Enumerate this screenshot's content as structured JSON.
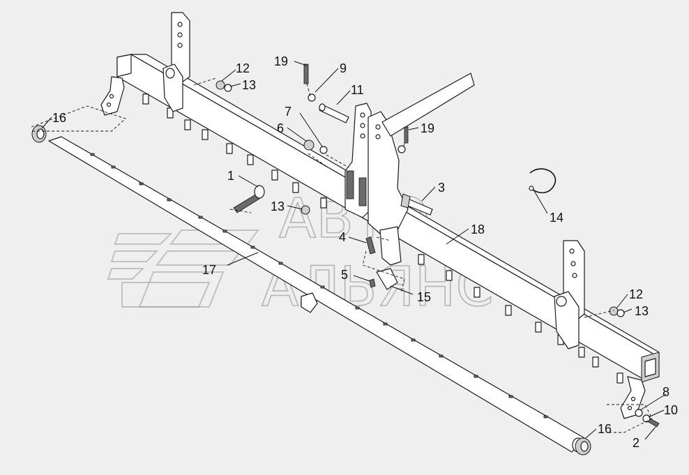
{
  "watermark": {
    "line1": "АВТО",
    "line2": "АЛЬЯНС"
  },
  "callouts": [
    {
      "id": "c16a",
      "text": "16"
    },
    {
      "id": "c12a",
      "text": "12"
    },
    {
      "id": "c13a",
      "text": "13"
    },
    {
      "id": "c19a",
      "text": "19"
    },
    {
      "id": "c9",
      "text": "9"
    },
    {
      "id": "c11",
      "text": "11"
    },
    {
      "id": "c7",
      "text": "7"
    },
    {
      "id": "c6",
      "text": "6"
    },
    {
      "id": "c19b",
      "text": "19"
    },
    {
      "id": "c1",
      "text": "1"
    },
    {
      "id": "c3",
      "text": "3"
    },
    {
      "id": "c13b",
      "text": "13"
    },
    {
      "id": "c14",
      "text": "14"
    },
    {
      "id": "c4",
      "text": "4"
    },
    {
      "id": "c18",
      "text": "18"
    },
    {
      "id": "c17",
      "text": "17"
    },
    {
      "id": "c5",
      "text": "5"
    },
    {
      "id": "c15",
      "text": "15"
    },
    {
      "id": "c12b",
      "text": "12"
    },
    {
      "id": "c13c",
      "text": "13"
    },
    {
      "id": "c8",
      "text": "8"
    },
    {
      "id": "c10",
      "text": "10"
    },
    {
      "id": "c2",
      "text": "2"
    },
    {
      "id": "c16b",
      "text": "16"
    }
  ]
}
